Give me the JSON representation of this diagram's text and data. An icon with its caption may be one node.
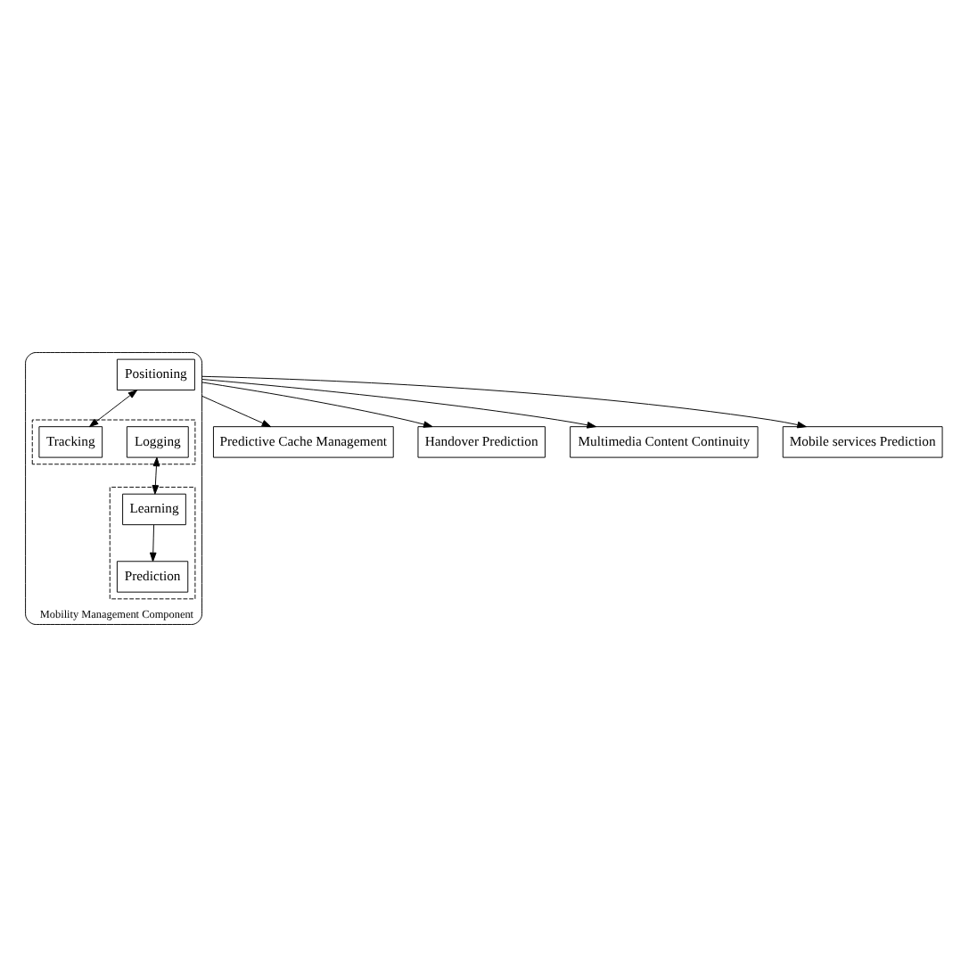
{
  "diagram": {
    "nodes": [
      {
        "text": [
          "Predictive Cache Management"
        ]
      },
      {
        "text": [
          "Handover Prediction"
        ]
      },
      {
        "text": [
          "Mobility Management Component"
        ]
      },
      {
        "text": [
          "Positioning"
        ],
        "in": 2
      },
      {
        "text": [],
        "shape": "box",
        "in": 2
      },
      {
        "text": [
          "Logging"
        ],
        "in": 4
      },
      {
        "text": [
          "Tracking"
        ],
        "in": 4
      },
      {
        "text": [],
        "shape": "box",
        "in": 2
      },
      {
        "text": [
          "Learning"
        ],
        "in": 7
      },
      {
        "text": [
          "Prediction"
        ],
        "in": 7
      },
      {
        "text": [
          "Multimedia Content Continuity"
        ]
      },
      {
        "text": [
          "Mobile services Prediction"
        ]
      }
    ],
    "edges": [
      {
        "from": 2,
        "to": 1,
        "arrow": "to"
      },
      {
        "from": 2,
        "to": 0,
        "arrow": "to"
      },
      {
        "from": 3,
        "to": 6,
        "arrow": "both"
      },
      {
        "from": 5,
        "to": 8,
        "arrow": "both"
      },
      {
        "from": 8,
        "to": 9,
        "arrow": "to"
      },
      {
        "from": 2,
        "to": 10,
        "arrow": "to"
      },
      {
        "from": 2,
        "to": 11,
        "arrow": "to"
      }
    ]
  }
}
